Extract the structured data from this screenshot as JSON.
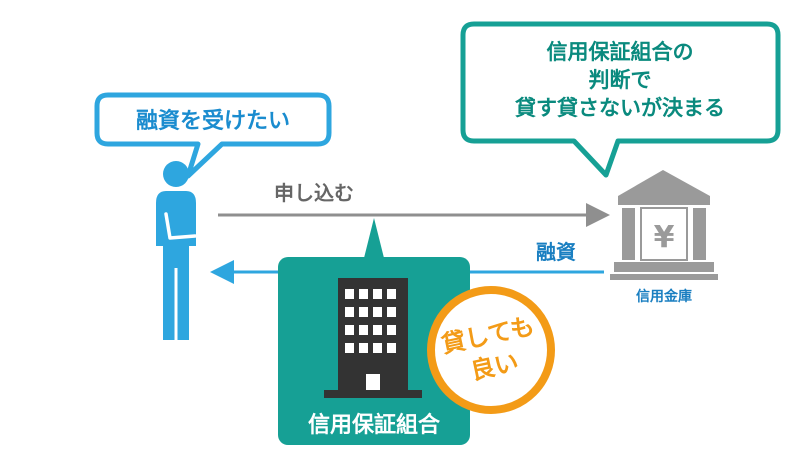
{
  "colors": {
    "person_blue": "#2ea6df",
    "teal": "#16a095",
    "gray": "#8f8f8f",
    "orange": "#f39b17",
    "dark_building": "#333333"
  },
  "person": {
    "speech": "融資を受けたい"
  },
  "apply_arrow": {
    "label": "申し込む"
  },
  "loan_arrow": {
    "label": "融資"
  },
  "bank": {
    "symbol": "¥",
    "name": "信用金庫"
  },
  "guarantee": {
    "speech_lines": [
      "信用保証組合の",
      "判断で",
      "貸す貸さないが決まる"
    ],
    "name": "信用保証組合",
    "badge_lines": [
      "貸しても",
      "良い"
    ]
  }
}
